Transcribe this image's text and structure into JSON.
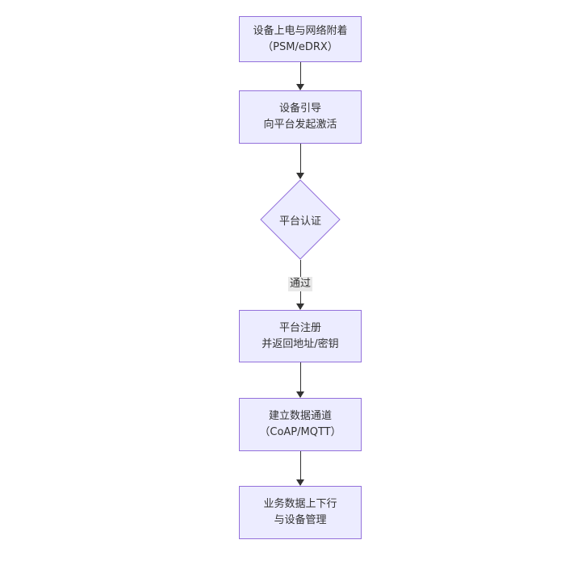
{
  "diagram": {
    "type": "flowchart-top-down",
    "colors": {
      "canvas_bg": "#ffffff",
      "node_fill": "#ECECFF",
      "node_stroke": "#9370DB",
      "text_color": "#333333",
      "edge_color": "#333333",
      "edge_label_bg": "#e8e8e8"
    },
    "nodes": [
      {
        "id": "n1",
        "shape": "rect",
        "lines": [
          "设备上电与网络附着",
          "（PSM/eDRX）"
        ]
      },
      {
        "id": "n2",
        "shape": "rect",
        "lines": [
          "设备引导",
          "向平台发起激活"
        ]
      },
      {
        "id": "n3",
        "shape": "diamond",
        "lines": [
          "平台认证"
        ]
      },
      {
        "id": "n4",
        "shape": "rect",
        "lines": [
          "平台注册",
          "并返回地址/密钥"
        ]
      },
      {
        "id": "n5",
        "shape": "rect",
        "lines": [
          "建立数据通道",
          "（CoAP/MQTT）"
        ]
      },
      {
        "id": "n6",
        "shape": "rect",
        "lines": [
          "业务数据上下行",
          "与设备管理"
        ]
      }
    ],
    "edges": [
      {
        "from": "n1",
        "to": "n2",
        "label": ""
      },
      {
        "from": "n2",
        "to": "n3",
        "label": ""
      },
      {
        "from": "n3",
        "to": "n4",
        "label": "通过"
      },
      {
        "from": "n4",
        "to": "n5",
        "label": ""
      },
      {
        "from": "n5",
        "to": "n6",
        "label": ""
      }
    ]
  }
}
